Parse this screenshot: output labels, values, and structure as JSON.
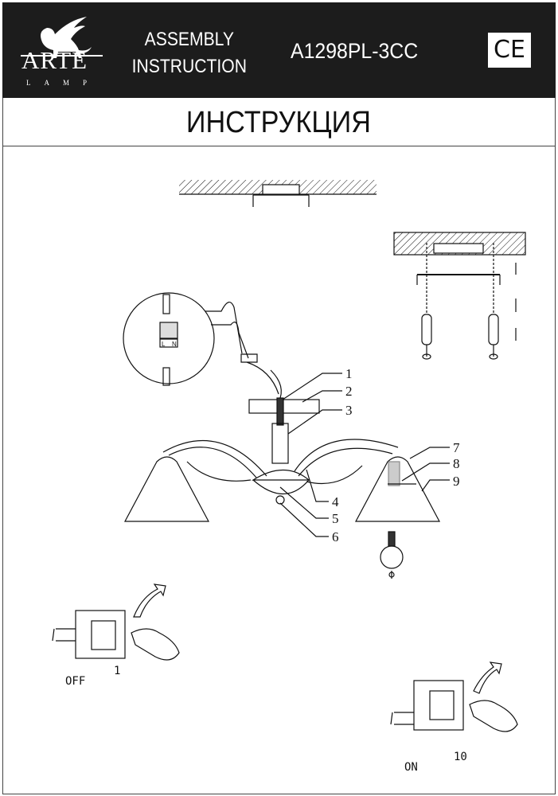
{
  "header": {
    "brand": "ARTE",
    "brand_sub": "LAMP",
    "assembly_line1": "ASSEMBLY",
    "assembly_line2": "INSTRUCTION",
    "model": "A1298PL-3CC",
    "ce_mark": "CE"
  },
  "title": "ИНСТРУКЦИЯ",
  "connector": {
    "left": "L",
    "right": "N"
  },
  "parts": [
    "1",
    "2",
    "3",
    "4",
    "5",
    "6",
    "7",
    "8",
    "9"
  ],
  "switch_off": {
    "state": "OFF",
    "position": "1"
  },
  "switch_on": {
    "state": "ON",
    "position": "10"
  }
}
